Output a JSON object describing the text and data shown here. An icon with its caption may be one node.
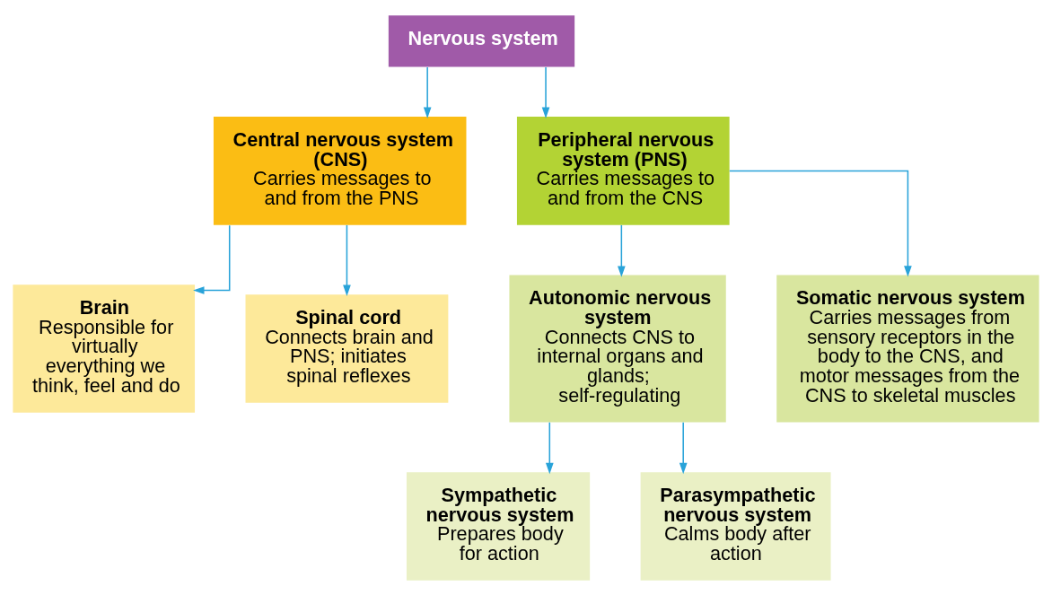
{
  "diagram": {
    "nodes": [
      {
        "text": [
          "Nervous system"
        ]
      },
      {
        "text": [
          "Central nervous system (CNS)",
          "Carries messages to and from the PNS"
        ]
      },
      {
        "text": [
          "Peripheral nervous system (PNS)",
          "Carries messages to and from the CNS"
        ]
      },
      {
        "text": [
          "Brain",
          "Responsible for virtually everything we think, feel and do"
        ]
      },
      {
        "text": [
          "Spinal cord",
          "Connects brain and PNS; initiates spinal reflexes"
        ]
      },
      {
        "text": [
          "Autonomic nervous system",
          "Connects CNS to internal organs and glands; self-regulating"
        ]
      },
      {
        "text": [
          "Somatic nervous system",
          "Carries messages from sensory receptors in the body to the CNS, and motor messages from the CNS to skeletal muscles"
        ]
      },
      {
        "text": [
          "Sympathetic nervous system",
          "Prepares body for action"
        ]
      },
      {
        "text": [
          "Parasympathetic nervous system",
          "Calms body after action"
        ]
      }
    ],
    "edges": [
      {
        "from": 0,
        "to": 1,
        "arrow": "to"
      },
      {
        "from": 0,
        "to": 2,
        "arrow": "to"
      },
      {
        "from": 1,
        "to": 3,
        "arrow": "to"
      },
      {
        "from": 1,
        "to": 4,
        "arrow": "to"
      },
      {
        "from": 2,
        "to": 5,
        "arrow": "to"
      },
      {
        "from": 2,
        "to": 6,
        "arrow": "to"
      },
      {
        "from": 5,
        "to": 7,
        "arrow": "to"
      },
      {
        "from": 5,
        "to": 8,
        "arrow": "to"
      }
    ]
  }
}
